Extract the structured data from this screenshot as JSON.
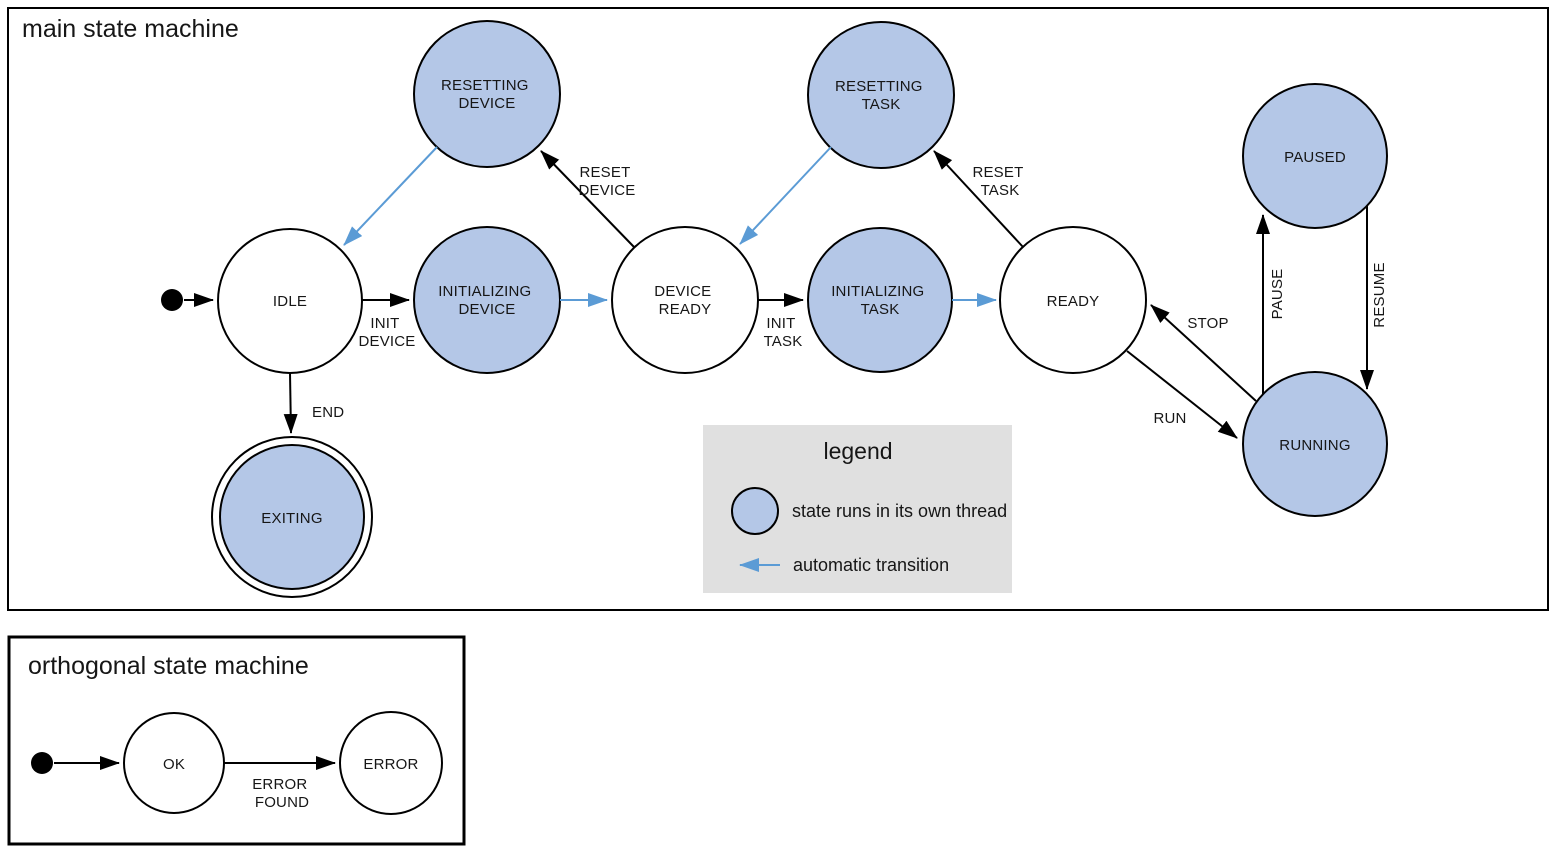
{
  "main": {
    "title": "main state machine",
    "states": {
      "idle": {
        "label": "IDLE"
      },
      "resetting_device": {
        "line1": "RESETTING",
        "line2": "DEVICE"
      },
      "initializing_device": {
        "line1": "INITIALIZING",
        "line2": "DEVICE"
      },
      "device_ready": {
        "line1": "DEVICE",
        "line2": "READY"
      },
      "resetting_task": {
        "line1": "RESETTING",
        "line2": "TASK"
      },
      "initializing_task": {
        "line1": "INITIALIZING",
        "line2": "TASK"
      },
      "ready": {
        "label": "READY"
      },
      "paused": {
        "label": "PAUSED"
      },
      "running": {
        "label": "RUNNING"
      },
      "exiting": {
        "label": "EXITING"
      }
    },
    "transitions": {
      "init_device": {
        "line1": "INIT",
        "line2": "DEVICE"
      },
      "reset_device": {
        "line1": "RESET",
        "line2": "DEVICE"
      },
      "init_task": {
        "line1": "INIT",
        "line2": "TASK"
      },
      "reset_task": {
        "line1": "RESET",
        "line2": "TASK"
      },
      "end": {
        "label": "END"
      },
      "stop": {
        "label": "STOP"
      },
      "run": {
        "label": "RUN"
      },
      "pause": {
        "label": "PAUSE"
      },
      "resume": {
        "label": "RESUME"
      }
    }
  },
  "legend": {
    "title": "legend",
    "thread_item": "state runs in its own thread",
    "auto_item": "automatic transition"
  },
  "orthogonal": {
    "title": "orthogonal state machine",
    "states": {
      "ok": {
        "label": "OK"
      },
      "error": {
        "label": "ERROR"
      }
    },
    "transitions": {
      "error_found": {
        "line1": "ERROR",
        "line2": "FOUND"
      }
    }
  },
  "colors": {
    "state_thread_fill": "#b4c7e7",
    "state_plain_fill": "#ffffff",
    "auto_transition_blue": "#5b9bd5",
    "legend_background": "#e0e0e0",
    "line_black": "#000000"
  }
}
